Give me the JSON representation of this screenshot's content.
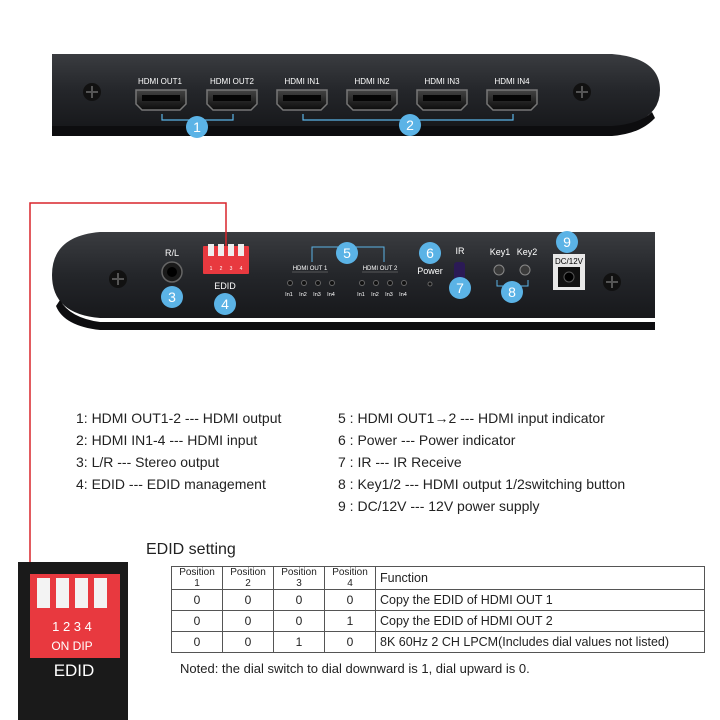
{
  "front_panel": {
    "ports": [
      "HDMI OUT1",
      "HDMI OUT2",
      "HDMI IN1",
      "HDMI IN2",
      "HDMI IN3",
      "HDMI IN4"
    ],
    "callouts": [
      "1",
      "2"
    ]
  },
  "back_panel": {
    "rl_label": "R/L",
    "dip_numbers": [
      "1",
      "2",
      "3",
      "4"
    ],
    "edid_label": "EDID",
    "out1_label": "HDMI OUT 1",
    "out2_label": "HDMI OUT 2",
    "in_labels": [
      "In1",
      "In2",
      "In3",
      "In4"
    ],
    "power_label": "Power",
    "ir_label": "IR",
    "key1_label": "Key1",
    "key2_label": "Key2",
    "dc_label": "DC/12V",
    "callouts": [
      "3",
      "4",
      "5",
      "6",
      "7",
      "8",
      "9"
    ]
  },
  "legend": {
    "left": [
      "1:  HDMI OUT1-2 --- HDMI output",
      "2:  HDMI IN1-4 --- HDMI input",
      "3:  L/R --- Stereo output",
      "4:  EDID --- EDID management"
    ],
    "right": [
      "5 : HDMI OUT1→2 --- HDMI input indicator",
      "6 : Power --- Power indicator",
      "7 : IR --- IR Receive",
      "8 : Key1/2 --- HDMI output 1/2switching button",
      "9 : DC/12V --- 12V power supply"
    ]
  },
  "dip_closeup": {
    "numbers": "1  2  3  4",
    "on_dip": "ON  DIP",
    "label": "EDID"
  },
  "edid": {
    "heading": "EDID setting",
    "headers": [
      "Position 1",
      "Position 2",
      "Position 3",
      "Position 4",
      "Function"
    ],
    "rows": [
      [
        "0",
        "0",
        "0",
        "0",
        "Copy the EDID of HDMI OUT 1"
      ],
      [
        "0",
        "0",
        "0",
        "1",
        "Copy the EDID of HDMI OUT 2"
      ],
      [
        "0",
        "0",
        "1",
        "0",
        "8K 60Hz 2 CH LPCM(Includes dial values not listed)"
      ]
    ],
    "note": "Noted: the dial switch to dial downward is 1, dial upward is 0."
  },
  "colors": {
    "device": "#2a2c30",
    "callout_blue": "#5bb3e6",
    "dip_red": "#e8393f",
    "leader_red": "#d8252b"
  }
}
